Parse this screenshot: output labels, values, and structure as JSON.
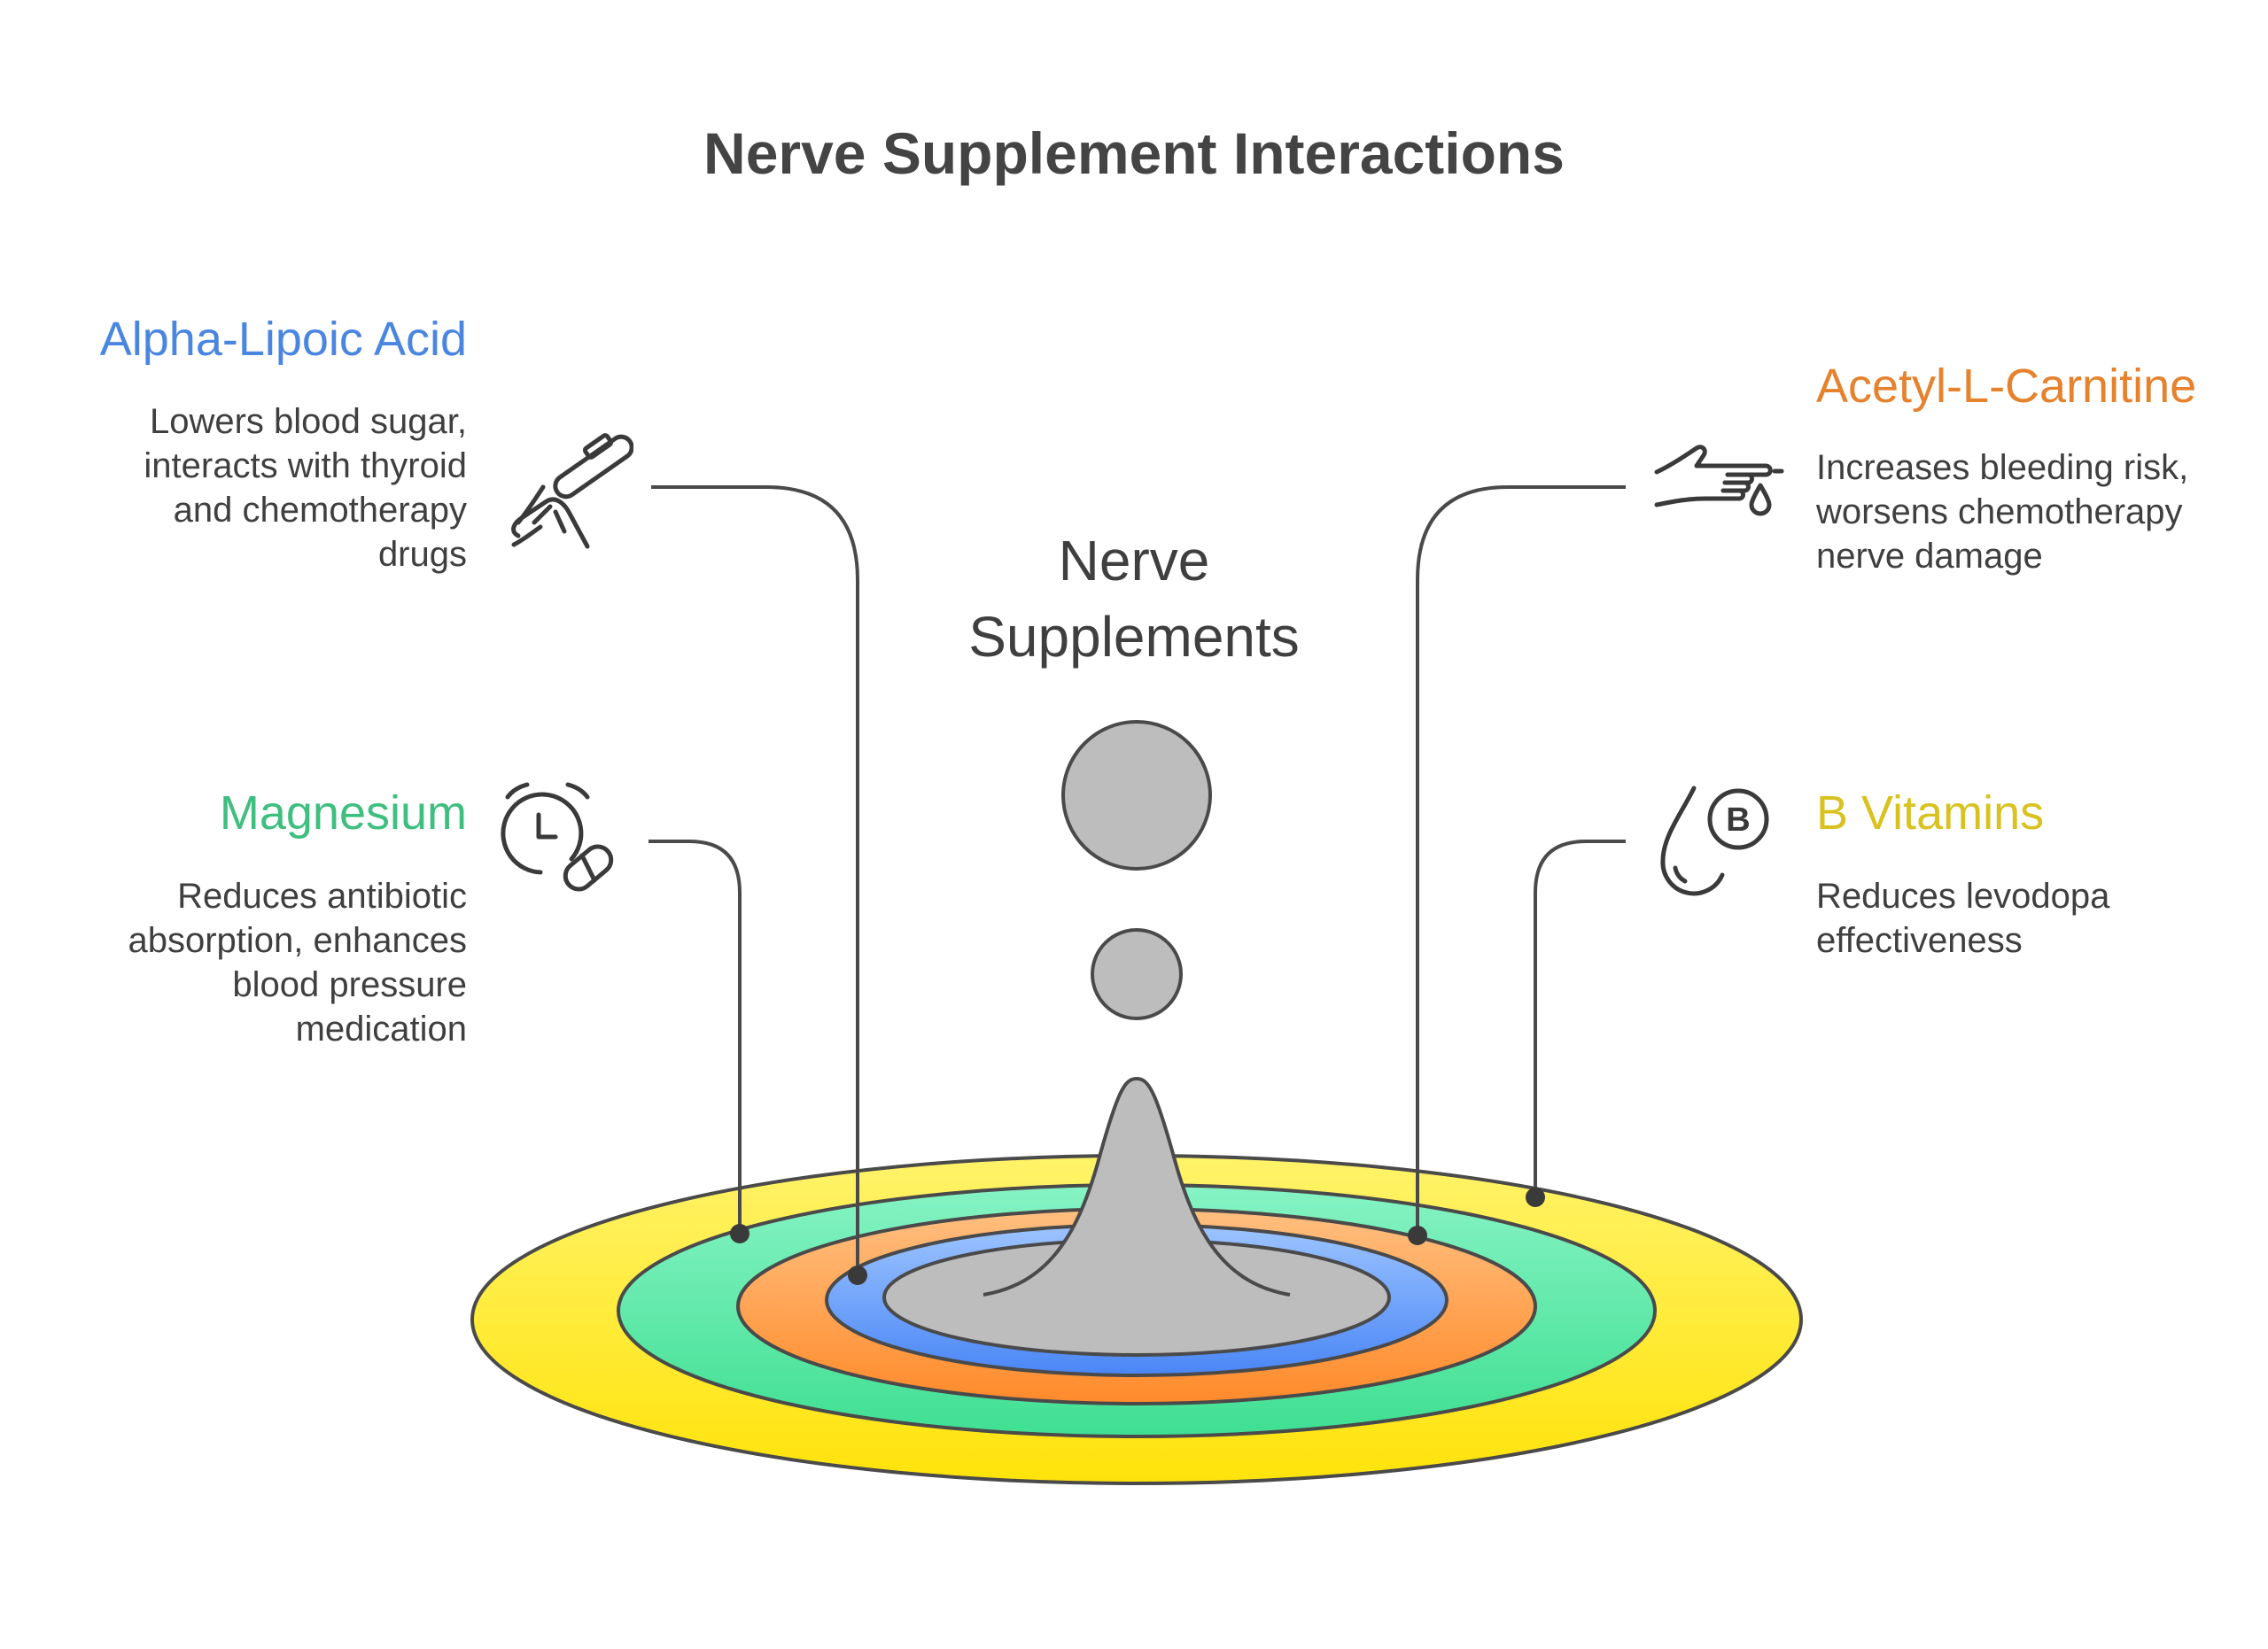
{
  "title": "Nerve Supplement Interactions",
  "center": {
    "line1": "Nerve",
    "line2": "Supplements"
  },
  "items": [
    {
      "id": "alpha-lipoic-acid",
      "name": "Alpha-Lipoic Acid",
      "color": "#4a86e0",
      "lines": [
        "Lowers blood sugar,",
        "interacts with thyroid",
        "and chemotherapy",
        "drugs"
      ],
      "icon": "test-strip-hand-icon"
    },
    {
      "id": "magnesium",
      "name": "Magnesium",
      "color": "#3fbf7f",
      "lines": [
        "Reduces antibiotic",
        "absorption, enhances",
        "blood pressure",
        "medication"
      ],
      "icon": "alarm-clock-pill-icon"
    },
    {
      "id": "acetyl-l-carnitine",
      "name": "Acetyl-L-Carnitine",
      "color": "#e6822e",
      "lines": [
        "Increases bleeding risk,",
        "worsens chemotherapy",
        "nerve damage"
      ],
      "icon": "finger-prick-blood-icon"
    },
    {
      "id": "b-vitamins",
      "name": "B Vitamins",
      "color": "#d9c21f",
      "lines": [
        "Reduces levodopa",
        "effectiveness"
      ],
      "icon": "vitamin-b-drop-icon",
      "icon_letter": "B"
    }
  ],
  "colors": {
    "ring_yellow": "#ffe83a",
    "ring_green": "#5eecac",
    "ring_orange": "#ffa34d",
    "ring_blue": "#6aa6ff",
    "core_gray": "#bdbdbd",
    "stroke": "#4a4a4a"
  }
}
